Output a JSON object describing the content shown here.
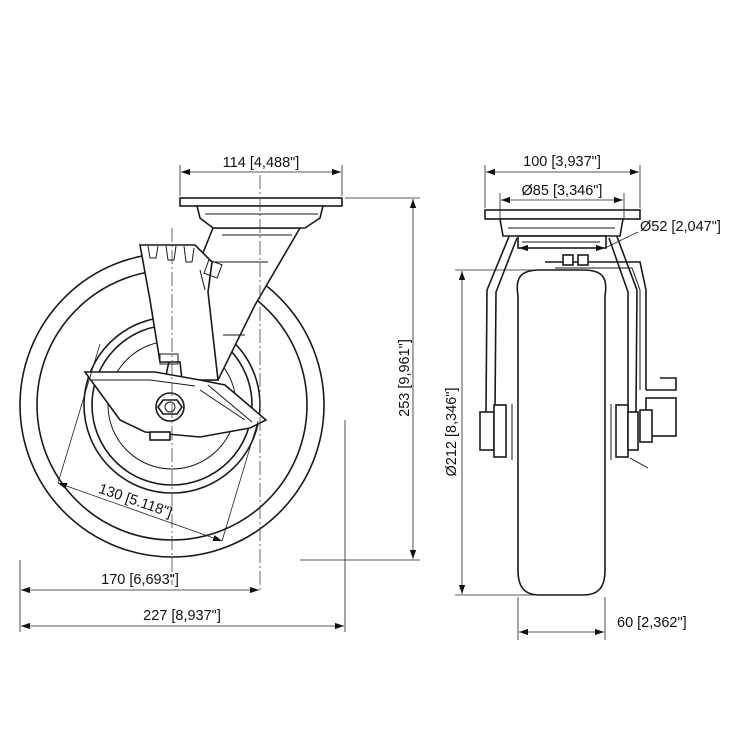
{
  "dimensions": {
    "plate_width": "114 [4,488\"]",
    "plate_width_side": "100 [3,937\"]",
    "bolt_circle": "Ø85 [3,346\"]",
    "kingpin_dia": "Ø52 [2,047\"]",
    "overall_height": "253 [9,961\"]",
    "wheel_dia": "Ø212 [8,346\"]",
    "hub_dia": "130 [5.118\"]",
    "swivel_radius": "170 [6,693\"]",
    "overall_width": "227 [8,937\"]",
    "tread_width": "60 [2,362\"]"
  }
}
